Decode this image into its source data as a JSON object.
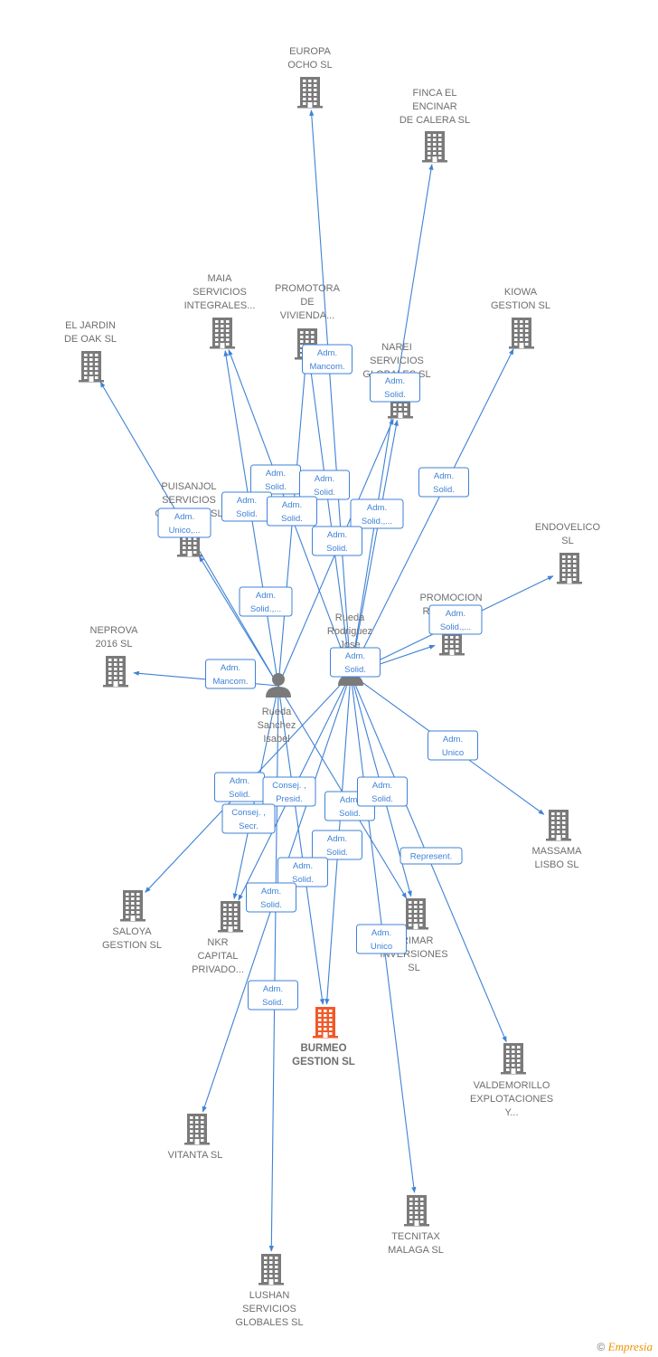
{
  "nodes": [
    {
      "id": "europa",
      "label": [
        "EUROPA",
        "OCHO  SL"
      ],
      "type": "company"
    },
    {
      "id": "finca",
      "label": [
        "FINCA EL",
        "ENCINAR",
        "DE CALERA  SL"
      ],
      "type": "company"
    },
    {
      "id": "maia",
      "label": [
        "MAIA",
        "SERVICIOS",
        "INTEGRALES..."
      ],
      "type": "company"
    },
    {
      "id": "promotora",
      "label": [
        "PROMOTORA",
        "DE",
        "VIVIENDA..."
      ],
      "type": "company"
    },
    {
      "id": "kiowa",
      "label": [
        "KIOWA",
        "GESTION  SL"
      ],
      "type": "company"
    },
    {
      "id": "eljardin",
      "label": [
        "EL JARDIN",
        "DE OAK SL"
      ],
      "type": "company"
    },
    {
      "id": "narei",
      "label": [
        "NAREI",
        "SERVICIOS",
        "GLOBALES  SL"
      ],
      "type": "company"
    },
    {
      "id": "puisanjol",
      "label": [
        "PUISANJOL",
        "SERVICIOS",
        "GLOBALES  SL"
      ],
      "type": "company"
    },
    {
      "id": "endovelico",
      "label": [
        "ENDOVELICO",
        "SL"
      ],
      "type": "company"
    },
    {
      "id": "promocion",
      "label": [
        "PROMOCION",
        "RURAL...  SL"
      ],
      "type": "company"
    },
    {
      "id": "neprova",
      "label": [
        "NEPROVA",
        "2016  SL"
      ],
      "type": "company"
    },
    {
      "id": "rueda_jose",
      "label": [
        "Rueda",
        "Rodriguez",
        "Jose"
      ],
      "type": "person"
    },
    {
      "id": "rueda_isabel",
      "label": [
        "Rueda",
        "Sanchez",
        "Isabel"
      ],
      "type": "person"
    },
    {
      "id": "massama",
      "label": [
        "MASSAMA",
        "LISBO  SL"
      ],
      "type": "company"
    },
    {
      "id": "saloya",
      "label": [
        "SALOYA",
        "GESTION  SL"
      ],
      "type": "company"
    },
    {
      "id": "nkr",
      "label": [
        "NKR",
        "CAPITAL",
        "PRIVADO..."
      ],
      "type": "company"
    },
    {
      "id": "primar",
      "label": [
        "PRIMAR",
        "INVERSIONES",
        "SL"
      ],
      "type": "company"
    },
    {
      "id": "burmeo",
      "label": [
        "BURMEO",
        "GESTION  SL"
      ],
      "type": "focus"
    },
    {
      "id": "valdemorillo",
      "label": [
        "VALDEMORILLO",
        "EXPLOTACIONES",
        "Y..."
      ],
      "type": "company"
    },
    {
      "id": "vitanta",
      "label": [
        "VITANTA  SL"
      ],
      "type": "company"
    },
    {
      "id": "tecnitax",
      "label": [
        "TECNITAX",
        "MALAGA  SL"
      ],
      "type": "company"
    },
    {
      "id": "lushan",
      "label": [
        "LUSHAN",
        "SERVICIOS",
        "GLOBALES  SL"
      ],
      "type": "company"
    }
  ],
  "edges": [
    {
      "from": "rueda_jose",
      "to": "europa"
    },
    {
      "from": "rueda_jose",
      "to": "finca"
    },
    {
      "from": "rueda_jose",
      "to": "maia"
    },
    {
      "from": "rueda_jose",
      "to": "promotora"
    },
    {
      "from": "rueda_jose",
      "to": "kiowa"
    },
    {
      "from": "rueda_jose",
      "to": "narei"
    },
    {
      "from": "rueda_jose",
      "to": "endovelico"
    },
    {
      "from": "rueda_jose",
      "to": "promocion"
    },
    {
      "from": "rueda_jose",
      "to": "massama"
    },
    {
      "from": "rueda_jose",
      "to": "saloya"
    },
    {
      "from": "rueda_jose",
      "to": "nkr"
    },
    {
      "from": "rueda_jose",
      "to": "primar"
    },
    {
      "from": "rueda_jose",
      "to": "burmeo"
    },
    {
      "from": "rueda_jose",
      "to": "valdemorillo"
    },
    {
      "from": "rueda_jose",
      "to": "tecnitax"
    },
    {
      "from": "rueda_jose",
      "to": "vitanta"
    },
    {
      "from": "rueda_isabel",
      "to": "eljardin"
    },
    {
      "from": "rueda_isabel",
      "to": "maia"
    },
    {
      "from": "rueda_isabel",
      "to": "promotora"
    },
    {
      "from": "rueda_isabel",
      "to": "narei"
    },
    {
      "from": "rueda_isabel",
      "to": "puisanjol"
    },
    {
      "from": "rueda_isabel",
      "to": "neprova"
    },
    {
      "from": "rueda_isabel",
      "to": "nkr"
    },
    {
      "from": "rueda_isabel",
      "to": "primar"
    },
    {
      "from": "rueda_isabel",
      "to": "burmeo"
    },
    {
      "from": "rueda_isabel",
      "to": "lushan"
    }
  ],
  "role_labels": [
    [
      "Adm.",
      "Mancom."
    ],
    [
      "Adm.",
      "Solid."
    ],
    [
      "Adm.",
      "Solid."
    ],
    [
      "Adm.",
      "Solid."
    ],
    [
      "Adm.",
      "Solid."
    ],
    [
      "Adm.",
      "Solid."
    ],
    [
      "Adm.",
      "Solid.,..."
    ],
    [
      "Adm.",
      "Solid."
    ],
    [
      "Adm.",
      "Solid."
    ],
    [
      "Adm.",
      "Unico,..."
    ],
    [
      "Adm.",
      "Solid.,..."
    ],
    [
      "Adm.",
      "Solid.,..."
    ],
    [
      "Adm.",
      "Mancom."
    ],
    [
      "Adm.",
      "Solid."
    ],
    [
      "Adm.",
      "Unico"
    ],
    [
      "Adm.",
      "Solid."
    ],
    [
      "Consej. ,",
      "Presid."
    ],
    [
      "Adm.",
      "Solid."
    ],
    [
      "Consej. ,",
      "Secr."
    ],
    [
      "Adm.",
      "Solid."
    ],
    [
      "Adm.",
      "Solid."
    ],
    [
      "Represent."
    ],
    [
      "Adm.",
      "Solid."
    ],
    [
      "Adm.",
      "Unico"
    ],
    [
      "Adm.",
      "Solid."
    ],
    [
      "Adm.",
      "Solid."
    ]
  ],
  "colors": {
    "edge": "#3f82d6",
    "company_icon": "#7a7a7a",
    "focus_icon": "#f05a28",
    "label": "#6e6e6e"
  },
  "footer": {
    "copyright_symbol": "©",
    "brand": "Empresia"
  }
}
